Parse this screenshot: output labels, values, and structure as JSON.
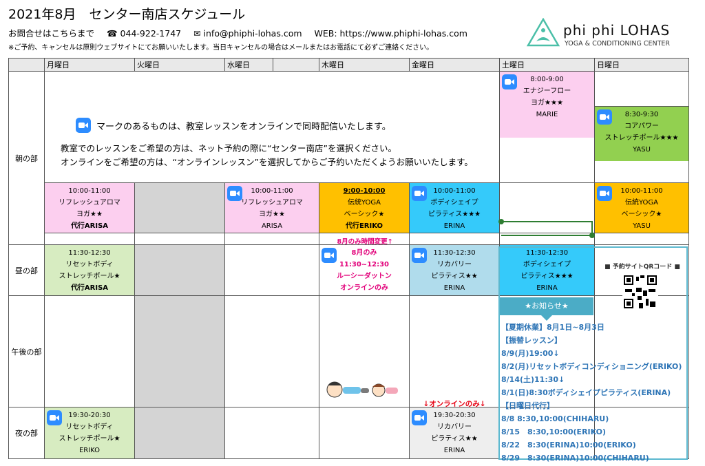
{
  "header": {
    "title": "2021年8月　センター南店スケジュール",
    "inquiry": "お問合せはこちらまで",
    "phone": "☎ 044-922-1747",
    "email": "✉ info@phiphi-lohas.com",
    "web": "WEB: https://www.phiphi-lohas.com",
    "note": "※ご予約、キャンセルは原則ウェブサイトにてお願いいたします。当日キャンセルの場合はメールまたはお電話にて必ずご連絡ください。"
  },
  "logo": {
    "name": "phi phi LOHAS",
    "sub": "YOGA & CONDITIONING CENTER",
    "color": "#4bbfa8"
  },
  "days": [
    "月曜日",
    "火曜日",
    "水曜日",
    "木曜日",
    "金曜日",
    "土曜日",
    "日曜日"
  ],
  "periods": [
    "朝の部",
    "昼の部",
    "午後の部",
    "夜の部"
  ],
  "info": {
    "line1": "マークのあるものは、教室レッスンをオンラインで同時配信いたします。",
    "line2": "教室でのレッスンをご希望の方は、ネット予約の際に“センター南店”を選択ください。",
    "line3": "オンラインをご希望の方は、“オンラインレッスン”を選択してからご予約いただくようお願いいたします。"
  },
  "sat_early": {
    "time": "8:00-9:00",
    "name1": "エナジーフロー",
    "name2": "ヨガ★★★",
    "teacher": "MARIE"
  },
  "sun_early": {
    "time": "8:30-9:30",
    "name1": "コアパワー",
    "name2": "ストレッチポール★★★",
    "teacher": "YASU"
  },
  "morning": {
    "mon": {
      "time": "10:00-11:00",
      "name1": "リフレッシュアロマ",
      "name2": "ヨガ★★",
      "teacher": "代行ARISA"
    },
    "wed": {
      "time": "10:00-11:00",
      "name1": "リフレッシュアロマ",
      "name2": "ヨガ★★",
      "teacher": "ARISA"
    },
    "thu": {
      "time": "9:00-10:00",
      "name1": "伝統YOGA",
      "name2": "ベーシック★",
      "teacher": "代行ERIKO"
    },
    "fri": {
      "time": "10:00-11:00",
      "name1": "ボディシェイプ",
      "name2": "ピラティス★★★",
      "teacher": "ERINA"
    },
    "sun": {
      "time": "10:00-11:00",
      "name1": "伝統YOGA",
      "name2": "ベーシック★",
      "teacher": "YASU"
    }
  },
  "change_note": "8月のみ時間変更↑",
  "noon": {
    "mon": {
      "time": "11:30-12:30",
      "name1": "リセットボディ",
      "name2": "ストレッチポール★",
      "teacher": "代行ARISA"
    },
    "thu": {
      "line1": "8月のみ",
      "line2": "11:30~12:30",
      "line3": "ルーシーダットン",
      "line4": "オンラインのみ"
    },
    "fri": {
      "time": "11:30-12:30",
      "name1": "リカバリー",
      "name2": "ピラティス★★",
      "teacher": "ERINA"
    },
    "sat": {
      "time": "11:30-12:30",
      "name1": "ボディシェイプ",
      "name2": "ピラティス★★★",
      "teacher": "ERINA"
    }
  },
  "qr_title": "■ 予約サイトQRコード ■",
  "online_only": "↓オンラインのみ↓",
  "night": {
    "mon": {
      "time": "19:30-20:30",
      "name1": "リセットボディ",
      "name2": "ストレッチポール★",
      "teacher": "ERIKO"
    },
    "fri": {
      "time": "19:30-20:30",
      "name1": "リカバリー",
      "name2": "ピラティス★★",
      "teacher": "ERINA"
    }
  },
  "news_title": "★お知らせ★",
  "news": [
    "【夏期休業】8月1日~8月3日",
    "【振替レッスン】",
    "8/9(月)19:00↓",
    "8/2(月)リセットボディコンディショニング(ERIKO)",
    "8/14(土)11:30↓",
    "8/1(日)8:30ボディシェイプピラティス(ERINA)",
    "【日曜日代行】",
    "8/8 8:30,10:00(CHIHARU)",
    "8/15　8:30,10:00(ERIKO)",
    "8/22　8:30(ERINA)10:00(ERIKO)",
    "8/29　8:30(ERINA)10:00(CHIHARU)"
  ]
}
